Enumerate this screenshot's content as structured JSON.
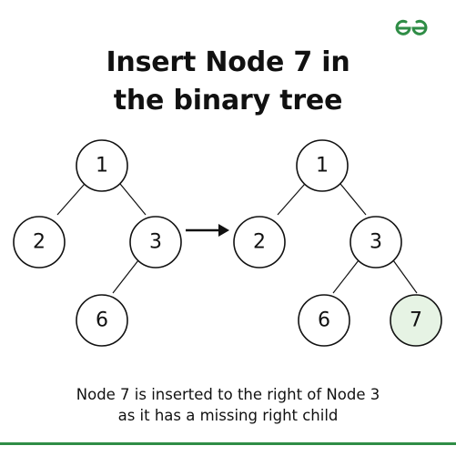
{
  "brand": {
    "logo_icon": "gfg-logo-icon",
    "color": "#2f8d46"
  },
  "title": {
    "line1": "Insert Node 7 in",
    "line2": "the binary tree"
  },
  "before_tree": {
    "nodes": [
      {
        "id": "n1",
        "label": "1"
      },
      {
        "id": "n2",
        "label": "2"
      },
      {
        "id": "n3",
        "label": "3"
      },
      {
        "id": "n6",
        "label": "6"
      }
    ]
  },
  "after_tree": {
    "nodes": [
      {
        "id": "n1",
        "label": "1"
      },
      {
        "id": "n2",
        "label": "2"
      },
      {
        "id": "n3",
        "label": "3"
      },
      {
        "id": "n6",
        "label": "6"
      },
      {
        "id": "n7",
        "label": "7",
        "highlight_color": "#e6f3e4"
      }
    ]
  },
  "arrow_icon": "right-arrow-icon",
  "caption": {
    "line1": "Node 7 is inserted to the right of Node 3",
    "line2": "as it has a missing right child"
  }
}
